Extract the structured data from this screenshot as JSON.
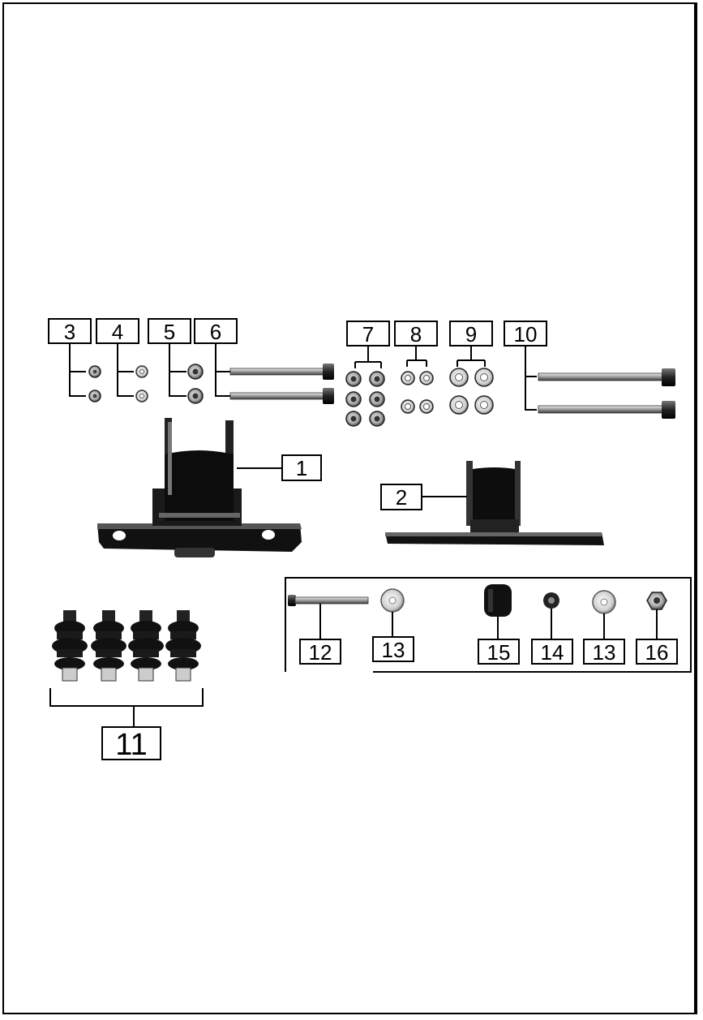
{
  "diagram": {
    "callouts": {
      "c1": "1",
      "c2": "2",
      "c3": "3",
      "c4": "4",
      "c5": "5",
      "c6": "6",
      "c7": "7",
      "c8": "8",
      "c9": "9",
      "c10": "10",
      "c11": "11",
      "c12": "12",
      "c13a": "13",
      "c13b": "13",
      "c14": "14",
      "c15": "15",
      "c16": "16"
    }
  }
}
